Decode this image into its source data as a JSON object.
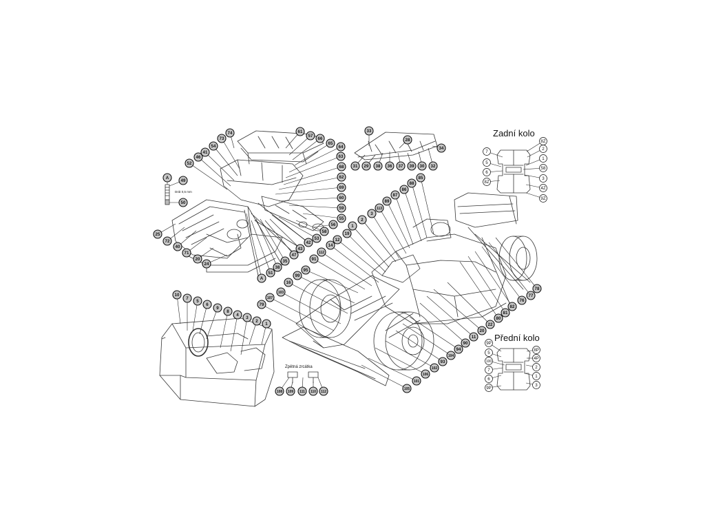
{
  "rear_wheel": {
    "title": "Zadní kolo",
    "labels_left": [
      "7",
      "5",
      "6",
      "8Z"
    ],
    "labels_right": [
      "8Z",
      "2",
      "1",
      "58",
      "3",
      "4Z",
      "9Z"
    ]
  },
  "front_wheel": {
    "title": "Přední kolo",
    "labels_left": [
      "9P",
      "5",
      "100",
      "7",
      "6",
      "9P"
    ],
    "labels_right": [
      "8P",
      "4P",
      "2",
      "1",
      "3"
    ]
  },
  "mirrors": {
    "title": "Zpětná zrcátka",
    "labels": [
      "108",
      "109",
      "111",
      "110",
      "112"
    ]
  },
  "detail_a": {
    "label": "A",
    "wire_note": "Drát 0,5 mm",
    "labels": [
      "49",
      "50"
    ]
  },
  "cockpit_labels": [
    "10",
    "7",
    "5",
    "6",
    "9",
    "8",
    "4",
    "3",
    "2",
    "1"
  ],
  "engine_labels": [
    "74",
    "61",
    "57",
    "66",
    "65",
    "64",
    "63",
    "68",
    "62",
    "69",
    "60",
    "59",
    "55",
    "56",
    "58",
    "53",
    "42",
    "43",
    "47",
    "35",
    "38",
    "51",
    "A",
    "24",
    "20",
    "71",
    "40",
    "72",
    "25",
    "52",
    "46",
    "41",
    "54",
    "73"
  ],
  "main_labels": [
    "33",
    "28",
    "34",
    "31",
    "29",
    "38",
    "36",
    "37",
    "39",
    "30",
    "32",
    "85",
    "88",
    "86",
    "87",
    "89",
    "113",
    "3",
    "2",
    "1",
    "19",
    "12",
    "14",
    "112",
    "91",
    "95",
    "99",
    "16",
    "103",
    "107",
    "79",
    "78",
    "77",
    "76",
    "82",
    "81",
    "80",
    "22",
    "20",
    "11",
    "90",
    "94",
    "104",
    "93",
    "102",
    "106",
    "101",
    "105"
  ]
}
